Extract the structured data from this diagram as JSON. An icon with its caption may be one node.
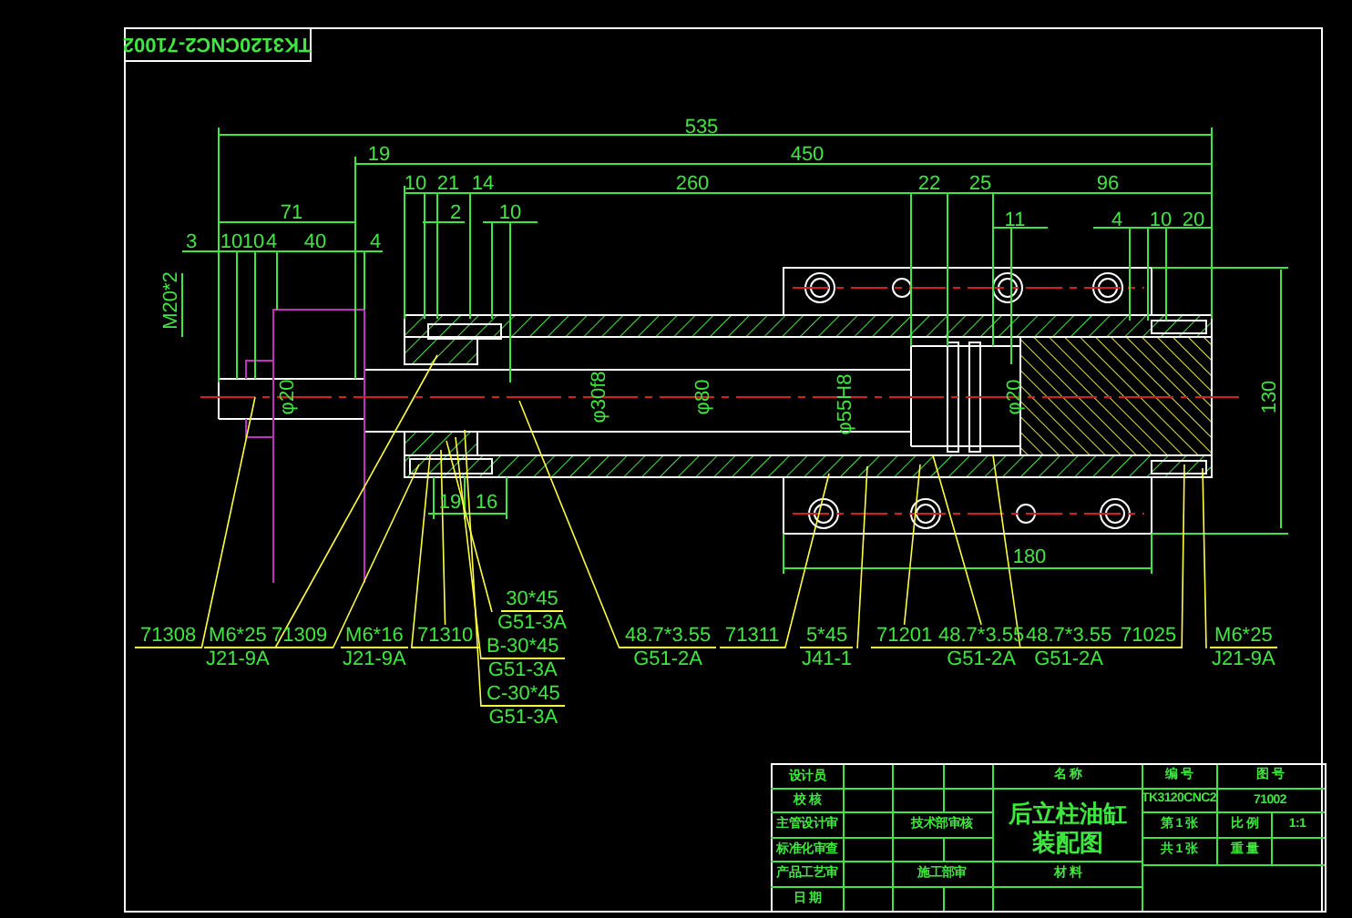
{
  "diagram": {
    "nodes": [
      {
        "text": [
          "71308"
        ]
      },
      {
        "text": [
          "M6*25",
          "J21-9A"
        ]
      },
      {
        "text": [
          "71309"
        ]
      },
      {
        "text": [
          "M6*16",
          "J21-9A"
        ]
      },
      {
        "text": [
          "71310"
        ]
      },
      {
        "text": [
          "30*45",
          "G51-3A"
        ]
      },
      {
        "text": [
          "B-30*45",
          "G51-3A"
        ]
      },
      {
        "text": [
          "C-30*45",
          "G51-3A"
        ]
      },
      {
        "text": [
          "48.7*3.55",
          "G51-2A"
        ]
      },
      {
        "text": [
          "71311"
        ]
      },
      {
        "text": [
          "5*45",
          "J41-1"
        ]
      },
      {
        "text": [
          "71201"
        ]
      },
      {
        "text": [
          "48.7*3.55",
          "G51-2A"
        ]
      },
      {
        "text": [
          "48.7*3.55",
          "G51-2A"
        ]
      },
      {
        "text": [
          "71025"
        ]
      },
      {
        "text": [
          "M6*25",
          "J21-9A"
        ]
      }
    ],
    "edges": [
      {
        "from": 0,
        "to": null,
        "arrow": "none"
      },
      {
        "from": 1,
        "to": null,
        "arrow": "none"
      },
      {
        "from": 2,
        "to": null,
        "arrow": "none"
      },
      {
        "from": 3,
        "to": null,
        "arrow": "none"
      },
      {
        "from": 4,
        "to": null,
        "arrow": "none"
      },
      {
        "from": 5,
        "to": null,
        "arrow": "none"
      },
      {
        "from": 6,
        "to": null,
        "arrow": "none"
      },
      {
        "from": 7,
        "to": null,
        "arrow": "none"
      },
      {
        "from": 8,
        "to": null,
        "arrow": "none"
      },
      {
        "from": 9,
        "to": null,
        "arrow": "none"
      },
      {
        "from": 10,
        "to": null,
        "arrow": "none"
      },
      {
        "from": 11,
        "to": null,
        "arrow": "none"
      },
      {
        "from": 12,
        "to": null,
        "arrow": "none"
      },
      {
        "from": 13,
        "to": null,
        "arrow": "none"
      },
      {
        "from": 14,
        "to": null,
        "arrow": "none"
      },
      {
        "from": 15,
        "to": null,
        "arrow": "none"
      }
    ],
    "labels": [
      "TK3120CNC2-71002",
      "535",
      "19",
      "450",
      "10",
      "21",
      "14",
      "260",
      "22",
      "25",
      "96",
      "71",
      "2",
      "10",
      "11",
      "4",
      "10",
      "20",
      "3",
      "10",
      "10",
      "4",
      "40",
      "4",
      "M20*2",
      "φ20",
      "φ30f8",
      "φ80",
      "φ55H8",
      "φ20",
      "130",
      "19",
      "16",
      "180",
      "设计员",
      "校 核",
      "主管设计审",
      "技术部审核",
      "标准化审查",
      "产品工艺审",
      "施工部审",
      "日 期",
      "名 称",
      "后立柱油缸装配图",
      "材 料",
      "编 号",
      "图 号",
      "TK3120CNC2",
      "71002",
      "第 1 张",
      "比 例",
      "1:1",
      "共 1 张",
      "重 量"
    ]
  }
}
